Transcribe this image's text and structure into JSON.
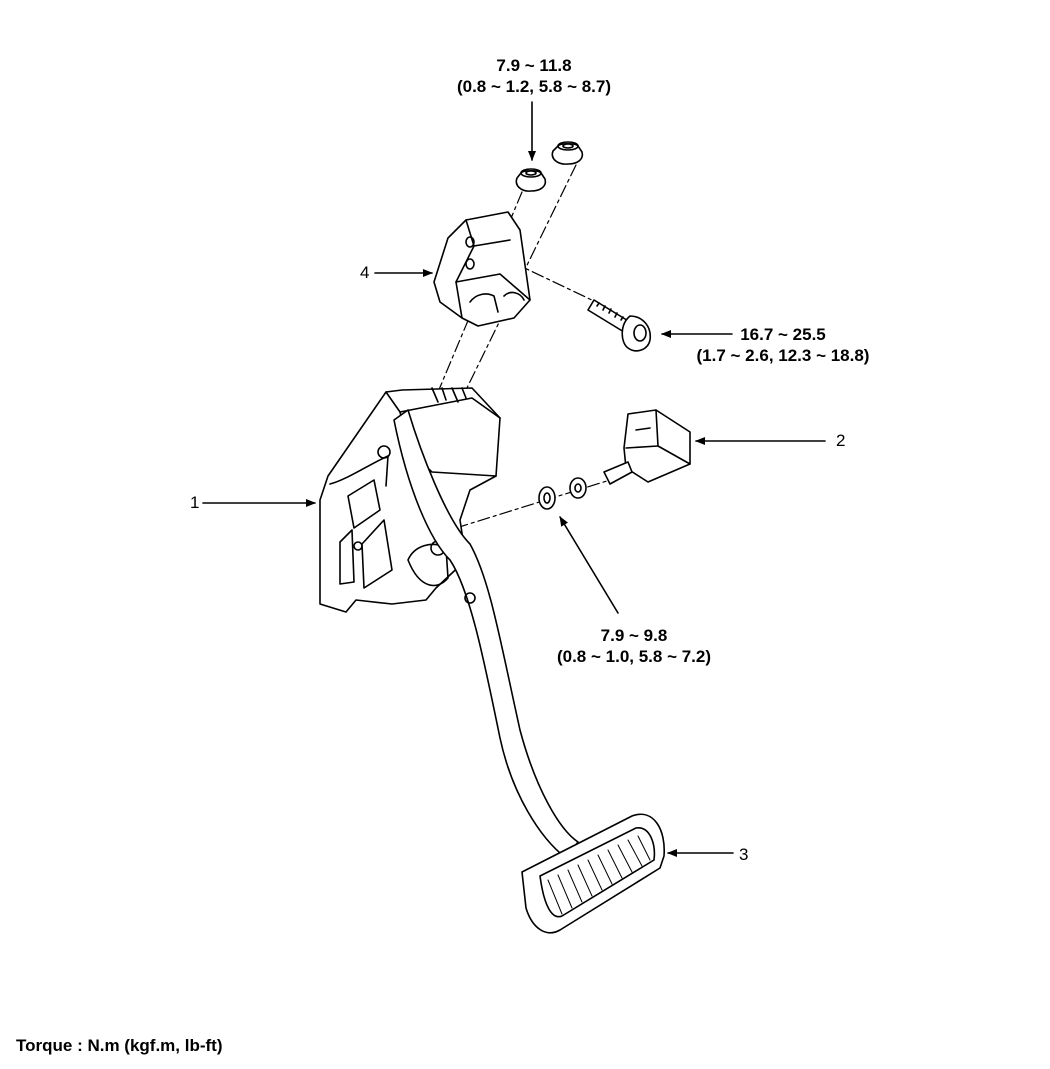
{
  "torque_top": {
    "line1": "7.9 ~ 11.8",
    "line2": "(0.8 ~ 1.2, 5.8 ~ 8.7)"
  },
  "torque_bolt": {
    "line1": "16.7 ~ 25.5",
    "line2": "(1.7 ~ 2.6, 12.3 ~ 18.8)"
  },
  "torque_nut": {
    "line1": "7.9 ~ 9.8",
    "line2": "(0.8 ~ 1.0, 5.8 ~ 7.2)"
  },
  "callouts": {
    "one": "1",
    "two": "2",
    "three": "3",
    "four": "4"
  },
  "footer": {
    "torque_unit": "Torque : N.m (kgf.m, lb-ft)"
  }
}
